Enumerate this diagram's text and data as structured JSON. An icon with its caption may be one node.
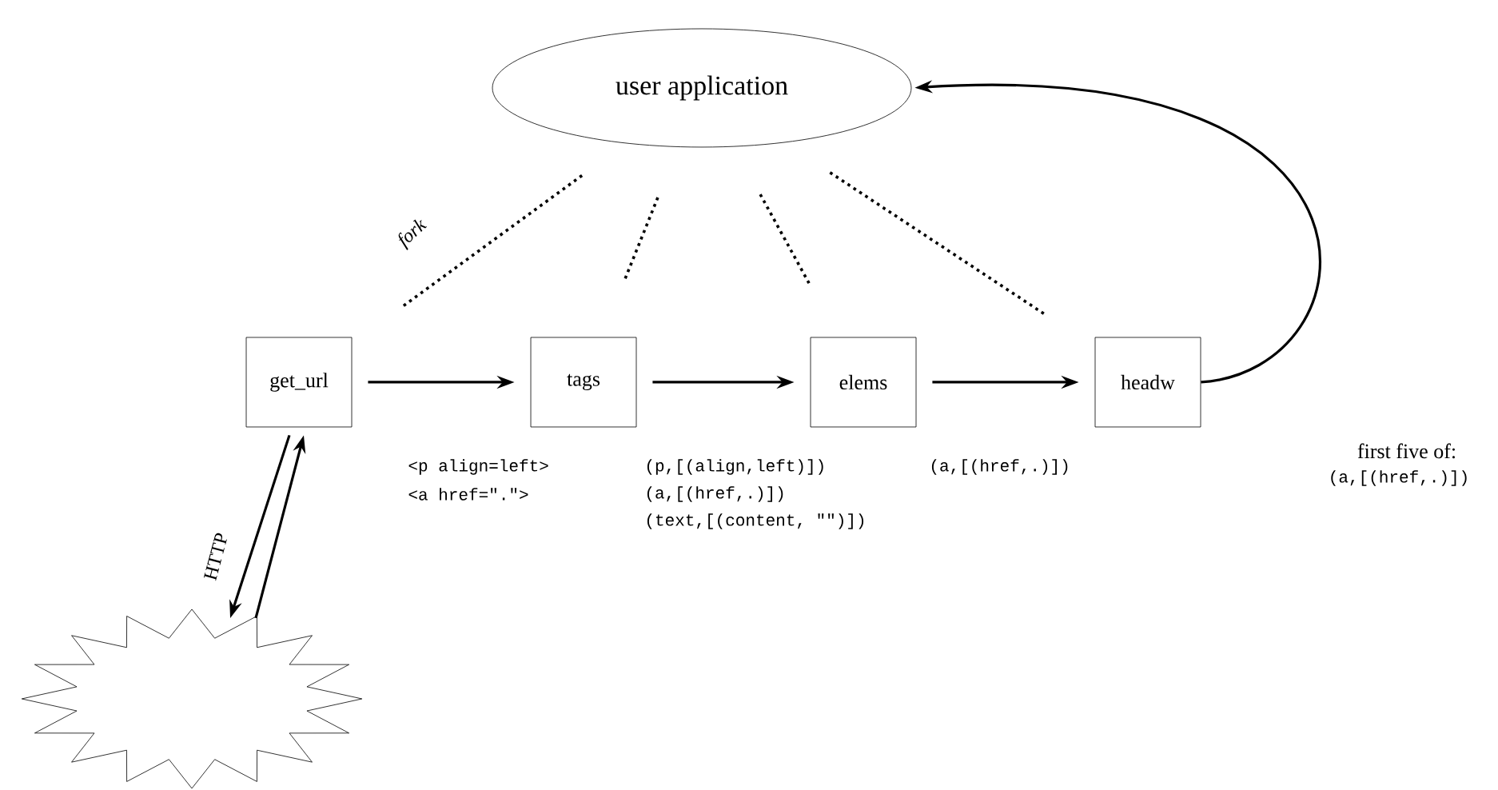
{
  "diagram": {
    "nodes": [
      {
        "text": [
          "user application"
        ]
      },
      {
        "text": [
          "get_url"
        ]
      },
      {
        "text": [
          "tags"
        ]
      },
      {
        "text": [
          "elems"
        ]
      },
      {
        "text": [
          "headw"
        ]
      },
      {
        "text": [],
        "shape": "star"
      }
    ],
    "edges": [
      {
        "from": 0,
        "to": 1,
        "arrow": "none",
        "style": "dashed",
        "label": "fork"
      },
      {
        "from": 0,
        "to": 2,
        "arrow": "none",
        "style": "dashed"
      },
      {
        "from": 0,
        "to": 3,
        "arrow": "none",
        "style": "dashed"
      },
      {
        "from": 0,
        "to": 4,
        "arrow": "none",
        "style": "dashed"
      },
      {
        "from": 1,
        "to": 2,
        "arrow": "to"
      },
      {
        "from": 2,
        "to": 3,
        "arrow": "to"
      },
      {
        "from": 3,
        "to": 4,
        "arrow": "to"
      },
      {
        "from": 4,
        "to": 0,
        "arrow": "to"
      },
      {
        "from": 1,
        "to": 5,
        "arrow": "to",
        "label": "HTTP"
      },
      {
        "from": 5,
        "to": 1,
        "arrow": "to"
      }
    ],
    "labels": [
      "<p align=left>",
      "(p,[(align,left)])",
      "(a,[(href,.)])",
      "first five of:",
      "<a href=\".\">",
      "(a,[(href,.)])",
      "(text,[(content, \"\")])",
      "(a,[(href,.)])"
    ]
  }
}
